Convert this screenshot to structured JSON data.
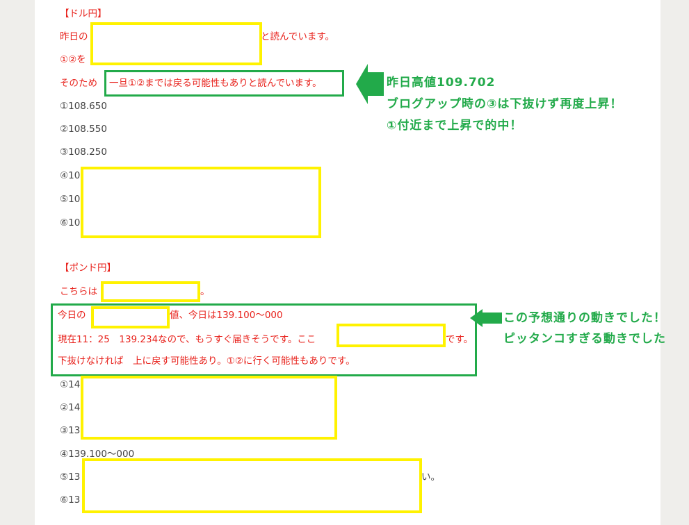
{
  "usdjpy": {
    "heading": "【ドル円】",
    "line1_prefix": "昨日の",
    "line1_suffix": "と読んでいます。",
    "line2_prefix": "①②を",
    "line3_prefix": "そのため",
    "line3_boxed": "一旦①②までは戻る可能性もありと読んでいます。",
    "levels": [
      "①108.650",
      "②108.550",
      "③108.250",
      "④10",
      "⑤10",
      "⑥10"
    ],
    "note": [
      "昨日高値109.702",
      "ブログアップ時の③は下抜けず再度上昇！",
      "①付近まで上昇で的中！"
    ]
  },
  "gbpjpy": {
    "heading": "【ポンド円】",
    "line1_prefix": "こちらは",
    "line1_suffix": "。",
    "box_line1_prefix": "今日の",
    "box_line1_suffix": "値、今日は139.100〜000",
    "box_line2_prefix": "現在11：25　139.234なので、もうすぐ届きそうです。ここ",
    "box_line2_suffix": "です。",
    "box_line3": "下抜けなければ　上に戻す可能性あり。①②に行く可能性もありです。",
    "levels": [
      "①14",
      "②14",
      "③13",
      "④139.100〜000",
      "⑤13",
      "⑥13"
    ],
    "level5_suffix": "い。",
    "note": [
      "この予想通りの動きでした！",
      "ピッタンコすぎる動きでした"
    ]
  },
  "colors": {
    "highlight": "#e8231d",
    "annotation": "#22aa4a",
    "redaction": "#fff200"
  }
}
